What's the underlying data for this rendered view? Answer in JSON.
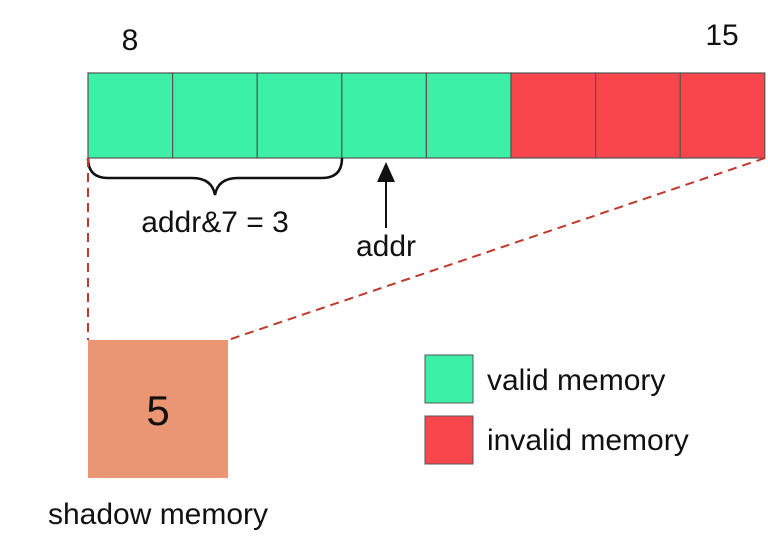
{
  "labels": {
    "start_index": "8",
    "end_index": "15",
    "offset_formula": "addr&7 = 3",
    "pointer_label": "addr",
    "shadow_value": "5",
    "shadow_caption": "shadow memory"
  },
  "bytes": [
    {
      "state": "valid"
    },
    {
      "state": "valid"
    },
    {
      "state": "valid"
    },
    {
      "state": "valid"
    },
    {
      "state": "valid"
    },
    {
      "state": "invalid"
    },
    {
      "state": "invalid"
    },
    {
      "state": "invalid"
    }
  ],
  "legend": [
    {
      "state": "valid",
      "label": "valid memory"
    },
    {
      "state": "invalid",
      "label": "invalid memory"
    }
  ],
  "colors": {
    "valid": "#3df0a8",
    "invalid": "#f9464c",
    "shadow": "#eb9673",
    "outline": "#555555",
    "dash": "#c0392b"
  }
}
